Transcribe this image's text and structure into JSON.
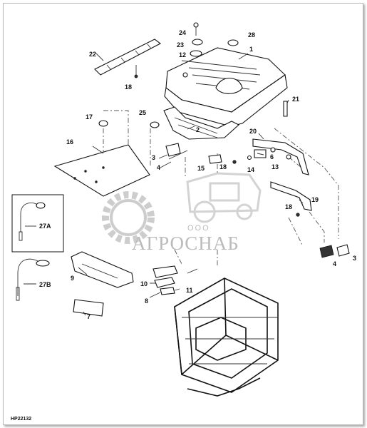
{
  "labels": {
    "p1": "1",
    "p2": "2",
    "p3a": "3",
    "p3b": "3",
    "p4a": "4",
    "p4b": "4",
    "p6": "6",
    "p7": "7",
    "p8": "8",
    "p9": "9",
    "p10": "10",
    "p11": "11",
    "p12": "12",
    "p13": "13",
    "p14": "14",
    "p15": "15",
    "p16": "16",
    "p17": "17",
    "p18a": "18",
    "p18b": "18",
    "p18c": "18",
    "p19": "19",
    "p20": "20",
    "p21": "21",
    "p22": "22",
    "p23": "23",
    "p24": "24",
    "p25": "25",
    "p27a": "27A",
    "p27b": "27B",
    "p28": "28"
  },
  "watermark": {
    "brand": "АГРОСНАБ",
    "sub": "ООО"
  },
  "figure_code": "HP22132"
}
